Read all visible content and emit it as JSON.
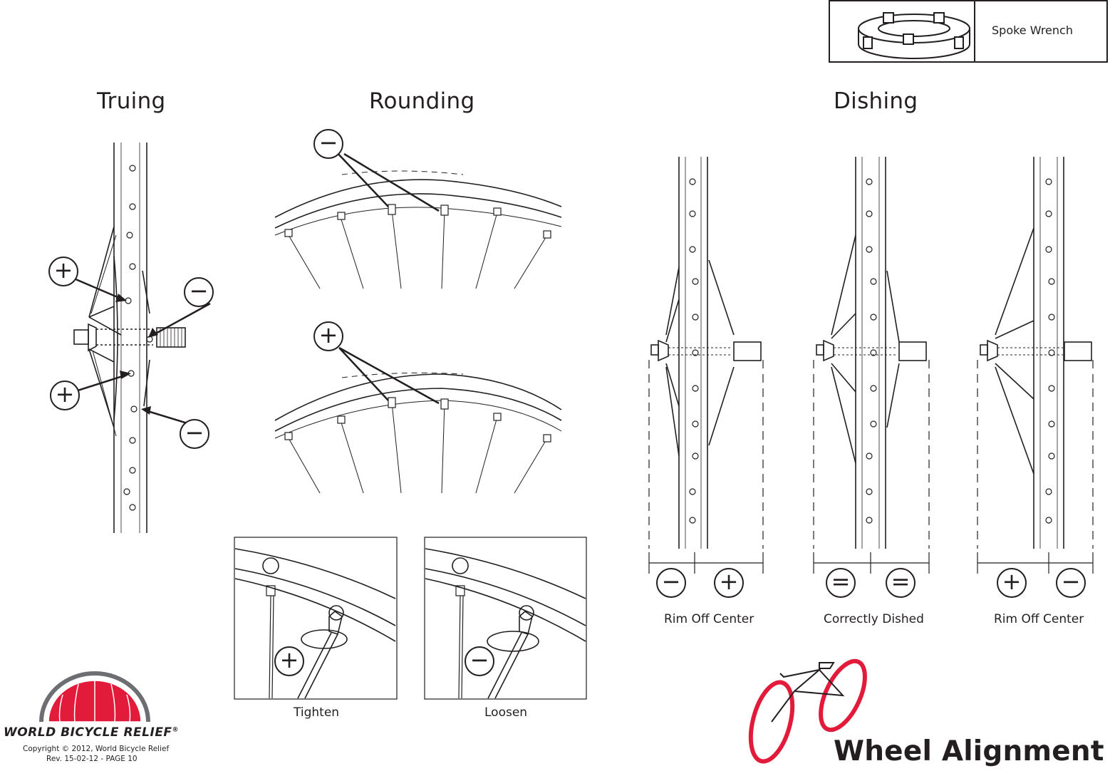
{
  "tool": {
    "label": "Spoke Wrench",
    "icon": "spoke-wrench-icon"
  },
  "sections": {
    "truing": "Truing",
    "rounding": "Rounding",
    "dishing": "Dishing"
  },
  "adjust": {
    "tighten": "Tighten",
    "loosen": "Loosen"
  },
  "dishing_states": [
    {
      "caption": "Rim Off Center",
      "left": "−",
      "right": "+"
    },
    {
      "caption": "Correctly Dished",
      "left": "=",
      "right": "="
    },
    {
      "caption": "Rim Off Center",
      "left": "+",
      "right": "−"
    }
  ],
  "symbols": {
    "plus": "+",
    "minus": "−"
  },
  "brand": {
    "name": "WORLD BICYCLE RELIEF",
    "registered": "®",
    "copyright": "Copyright © 2012, World Bicycle Relief",
    "revision": "Rev. 15-02-12 - PAGE 10",
    "accent": "#e31b3a"
  },
  "page_title": "Wheel Alignment"
}
